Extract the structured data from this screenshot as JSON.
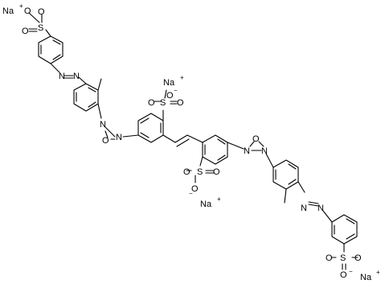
{
  "molecule": {
    "atoms": {
      "na": "Na",
      "plus": "+",
      "oxygen": "O",
      "sulfur": "S",
      "nitrogen": "N",
      "minus": "−"
    }
  }
}
